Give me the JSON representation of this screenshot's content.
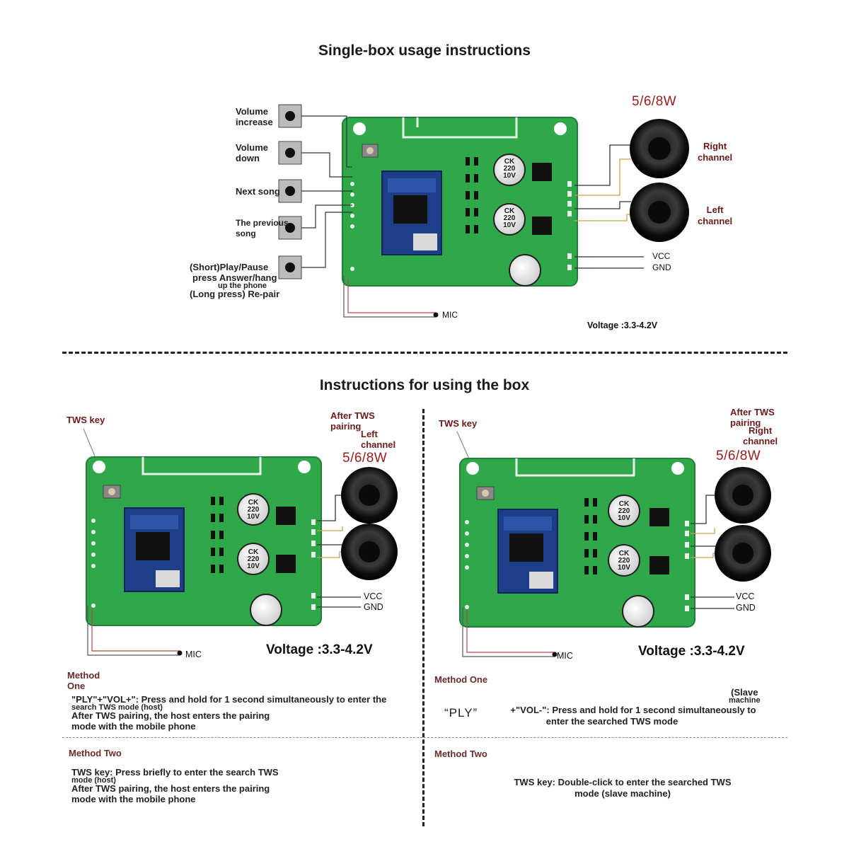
{
  "top": {
    "title": "Single-box usage instructions",
    "wattage": "5/6/8W",
    "buttons": {
      "vol_up": [
        "Volume",
        "increase"
      ],
      "vol_down": [
        "Volume",
        "down"
      ],
      "next": "Next song",
      "prev": [
        "The previous",
        "song"
      ],
      "play": [
        "(Short)Play/Pause",
        "press Answer/hang",
        "up the phone",
        "(Long press) Re-pair"
      ]
    },
    "right_channel": [
      "Right",
      "channel"
    ],
    "left_channel": [
      "Left",
      "channel"
    ],
    "vcc": "VCC",
    "gnd": "GND",
    "mic": "MIC",
    "voltage": "Voltage :3.3-4.2V"
  },
  "bottom": {
    "title": "Instructions for using the box",
    "left": {
      "tws_key": "TWS key",
      "after_pairing": [
        "After TWS",
        "pairing"
      ],
      "channel": [
        "Left",
        "channel"
      ],
      "wattage": "5/6/8W",
      "vcc": "VCC",
      "gnd": "GND",
      "mic": "MIC",
      "voltage": "Voltage :3.3-4.2V",
      "method_one": [
        "Method",
        "One"
      ],
      "method_one_text": [
        "\"PLY\"+\"VOL+\": Press and hold for 1 second simultaneously to enter the",
        "search TWS mode (host)",
        "After TWS pairing, the host enters the pairing",
        "mode with the mobile phone"
      ],
      "method_two": "Method Two",
      "method_two_text": [
        "TWS key: Press briefly to enter the search TWS",
        "mode (host)",
        "After TWS pairing, the host enters the pairing",
        "mode with the mobile phone"
      ]
    },
    "right": {
      "tws_key": "TWS key",
      "after_pairing": [
        "After TWS",
        "pairing"
      ],
      "channel": [
        "Right",
        "channel"
      ],
      "wattage": "5/6/8W",
      "vcc": "VCC",
      "gnd": "GND",
      "mic": "MIC",
      "voltage": "Voltage :3.3-4.2V",
      "method_one": "Method One",
      "slave": [
        "(Slave",
        "machine"
      ],
      "ply": "“PLY”",
      "method_one_text": [
        "+\"VOL-\": Press and hold for 1 second simultaneously to",
        "enter the searched TWS mode"
      ],
      "method_two": "Method Two",
      "method_two_text": [
        "TWS key: Double-click to enter the searched TWS",
        "mode (slave machine)"
      ]
    }
  },
  "capacitor": [
    "CK",
    "220",
    "10V"
  ],
  "colors": {
    "pcb": "#2fa84a",
    "pcb_edge": "#1f7f36",
    "module": "#1d3f8a",
    "title_red": "#9b1b1b"
  }
}
